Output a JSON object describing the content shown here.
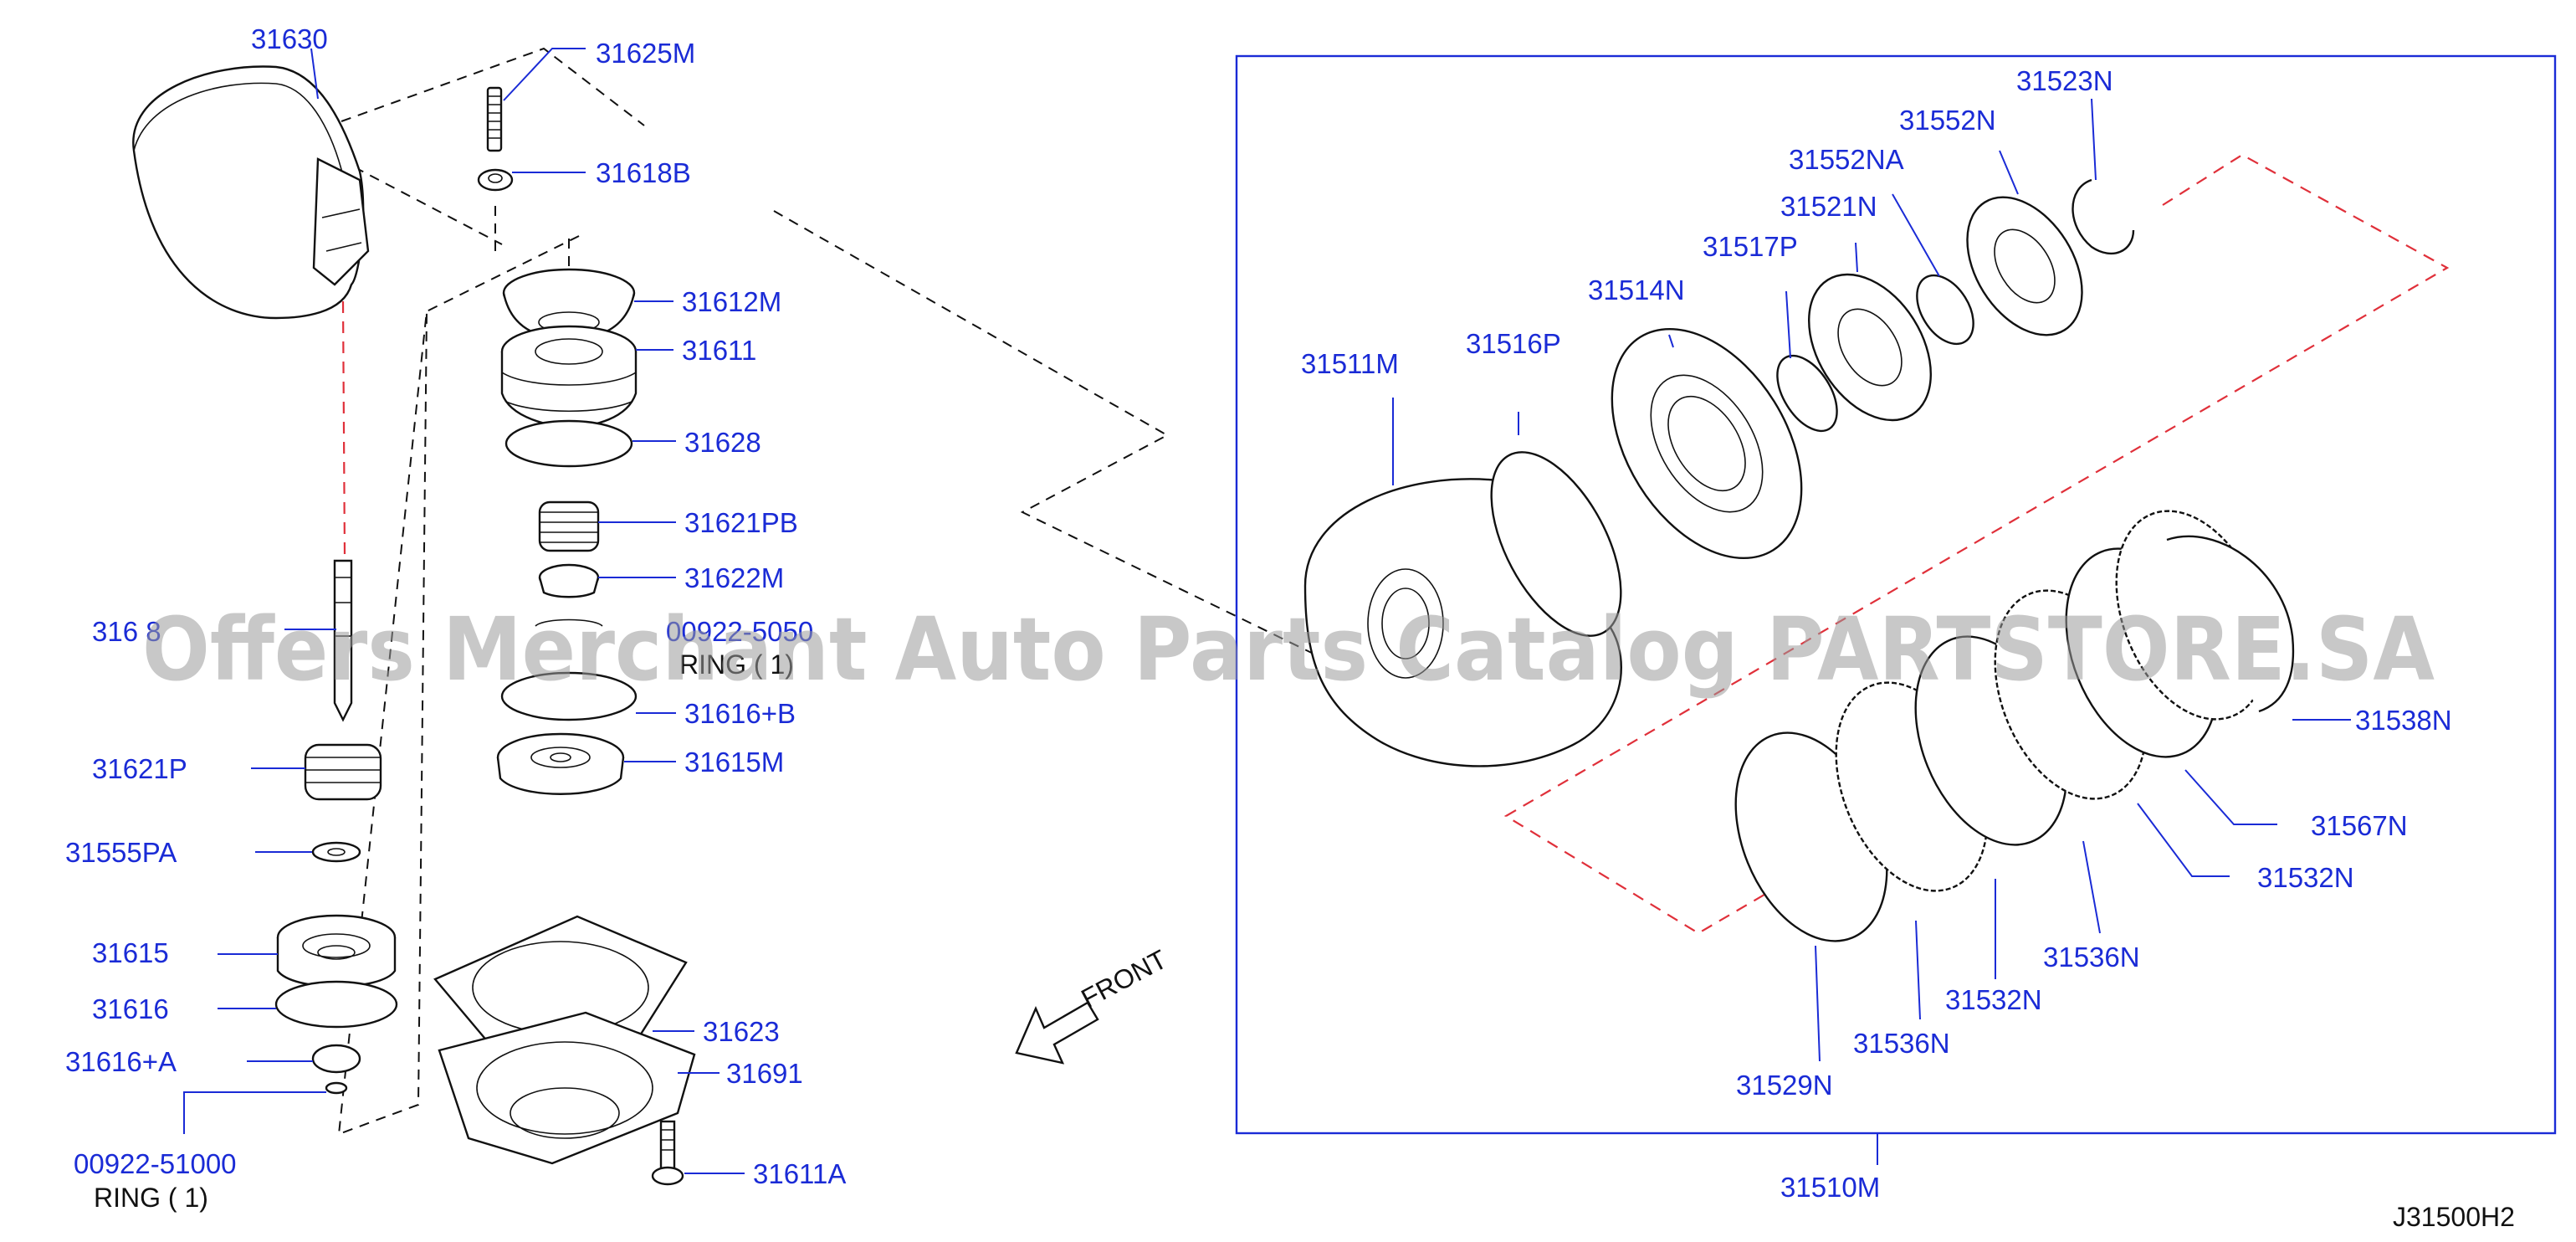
{
  "diagram_code": "J31500H2",
  "watermark": "Offers Merchant Auto Parts Catalog PARTSTORE.SA",
  "front_label": "FRONT",
  "colors": {
    "label": "#1a2bd6",
    "part": "#111111",
    "red_dash": "#e0303a"
  },
  "labels_left": [
    "31630",
    "31625M",
    "31618B",
    "31612M",
    "31611",
    "31628",
    "31621PB",
    "31622M",
    "00922-5050",
    "RING ( 1)",
    "316 8",
    "31616+B",
    "31615M",
    "31621P",
    "31555PA",
    "31615",
    "31616",
    "31623",
    "31616+A",
    "31691",
    "00922-51000",
    "RING ( 1)",
    "31611A"
  ],
  "labels_right": [
    "31523N",
    "31552N",
    "31552NA",
    "31521N",
    "31517P",
    "31514N",
    "31511M",
    "31516P",
    "31538N",
    "31567N",
    "31532N",
    "31536N",
    "31532N",
    "31536N",
    "31529N",
    "31510M"
  ]
}
